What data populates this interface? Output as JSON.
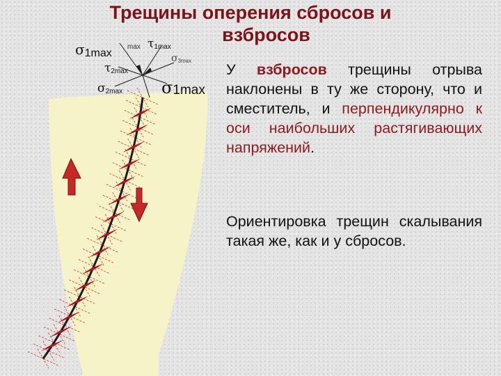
{
  "title": {
    "line1": "Трещины оперения сбросов и",
    "line2": "взбросов"
  },
  "diagram": {
    "labels": {
      "sigma1_top": {
        "symbol": "σ",
        "sub": "1max"
      },
      "small_max": "max",
      "tau1": {
        "symbol": "τ",
        "sub": "1max"
      },
      "sigma3": {
        "symbol": "σ",
        "sub": "3max"
      },
      "tau2": {
        "symbol": "τ",
        "sub": "2max"
      },
      "sigma2": {
        "symbol": "σ",
        "sub": "2max"
      },
      "sigma1_right": {
        "symbol": "σ",
        "sub": "1max"
      }
    },
    "arrows": [
      {
        "name": "up-arrow",
        "direction": "up"
      },
      {
        "name": "down-arrow",
        "direction": "down"
      }
    ],
    "colors": {
      "background_block": "#f7f3c8",
      "fault_line": "#1a1a1a",
      "tension_cracks": "#b0141c",
      "shear_grid": "#c0392b",
      "arrow_fill": "#c62828",
      "text_accent": "#8c1a1e"
    }
  },
  "paragraph1": {
    "p1": "У",
    "p2": "взбросов",
    "p3": "трещины отрыва наклонены в ту же сторону, что и сместитель, и",
    "p4": "перпендикулярно к оси наибольших растягивающих напряжений",
    "p5": "."
  },
  "paragraph2": {
    "text": "Ориентировка трещин скалывания такая же, как и у сбросов."
  }
}
